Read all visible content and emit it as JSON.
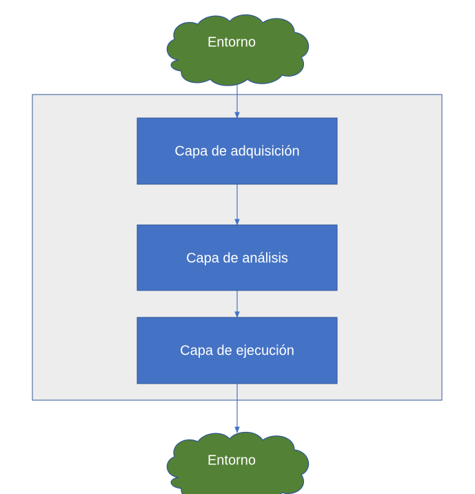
{
  "colors": {
    "cloud_fill": "#538135",
    "cloud_stroke": "#2f5597",
    "process_fill": "#4472c4",
    "process_stroke": "#2f5597",
    "container_fill": "#ededed",
    "container_stroke": "#2f5597",
    "connector": "#4472c4",
    "text": "#ffffff"
  },
  "nodes": {
    "top_cloud": {
      "label": "Entorno"
    },
    "acquisition": {
      "label": "Capa de adquisición"
    },
    "analysis": {
      "label": "Capa de análisis"
    },
    "execution": {
      "label": "Capa de ejecución"
    },
    "bottom_cloud": {
      "label": "Entorno"
    }
  }
}
